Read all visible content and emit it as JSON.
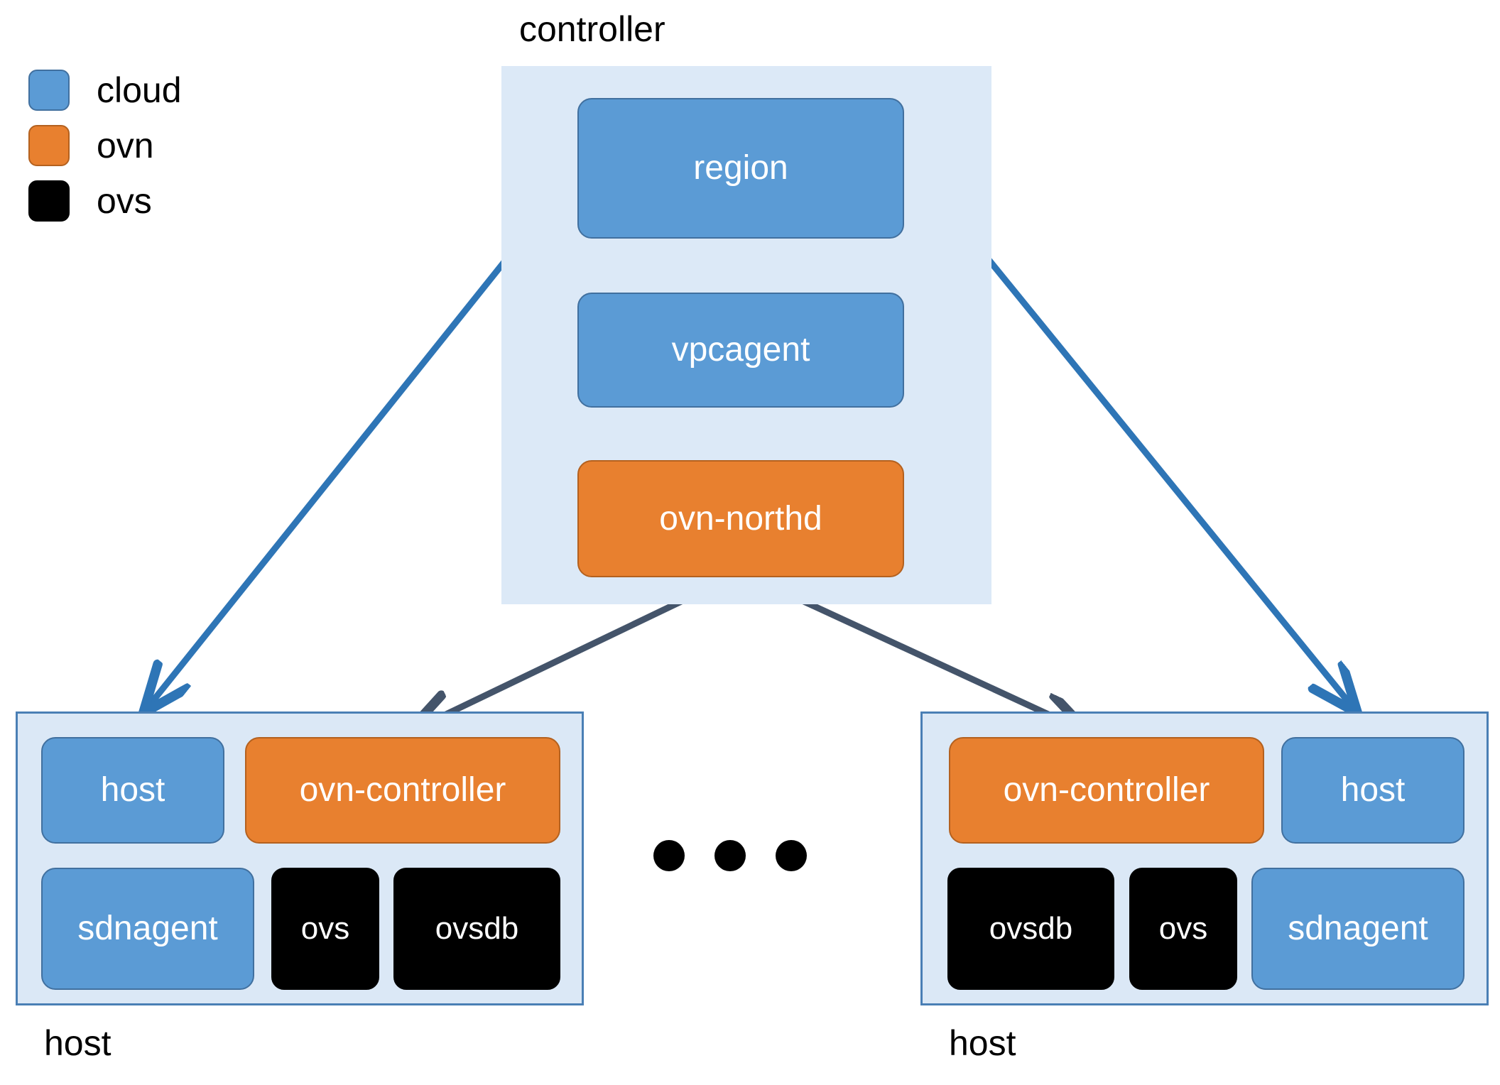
{
  "legend": {
    "items": [
      {
        "label": "cloud",
        "color": "#5B9BD5",
        "icon": "legend-swatch-cloud"
      },
      {
        "label": "ovn",
        "color": "#E8802F",
        "icon": "legend-swatch-ovn"
      },
      {
        "label": "ovs",
        "color": "#000000",
        "icon": "legend-swatch-ovs"
      }
    ]
  },
  "controller": {
    "title": "controller",
    "nodes": [
      {
        "label": "region",
        "kind": "cloud"
      },
      {
        "label": "vpcagent",
        "kind": "cloud"
      },
      {
        "label": "ovn-northd",
        "kind": "ovn"
      }
    ]
  },
  "hosts": [
    {
      "caption": "host",
      "nodes": [
        {
          "label": "host",
          "kind": "cloud"
        },
        {
          "label": "ovn-controller",
          "kind": "ovn"
        },
        {
          "label": "sdnagent",
          "kind": "cloud"
        },
        {
          "label": "ovs",
          "kind": "ovs"
        },
        {
          "label": "ovsdb",
          "kind": "ovs"
        }
      ]
    },
    {
      "caption": "host",
      "nodes": [
        {
          "label": "ovn-controller",
          "kind": "ovn"
        },
        {
          "label": "host",
          "kind": "cloud"
        },
        {
          "label": "ovsdb",
          "kind": "ovs"
        },
        {
          "label": "ovs",
          "kind": "ovs"
        },
        {
          "label": "sdnagent",
          "kind": "cloud"
        }
      ]
    }
  ],
  "ellipsis": {
    "count": 3
  },
  "colors": {
    "cloud": "#5B9BD5",
    "ovn": "#E8802F",
    "ovs": "#000000",
    "group_fill": "#dce9f7",
    "group_border": "#4a7fb5",
    "arrow_blue": "#2E75B6",
    "arrow_slate": "#44546A",
    "arrow_black": "#000000"
  },
  "edges": [
    {
      "from": "host-left-host",
      "to": "region",
      "style": "blue-double"
    },
    {
      "from": "host-right-host",
      "to": "region",
      "style": "blue-double"
    },
    {
      "from": "region",
      "to": "vpcagent",
      "style": "black"
    },
    {
      "from": "vpcagent",
      "to": "ovn-northd",
      "style": "black"
    },
    {
      "from": "host-left-ovn-controller",
      "to": "ovn-northd",
      "style": "slate-double"
    },
    {
      "from": "host-right-ovn-controller",
      "to": "ovn-northd",
      "style": "slate-double"
    }
  ]
}
